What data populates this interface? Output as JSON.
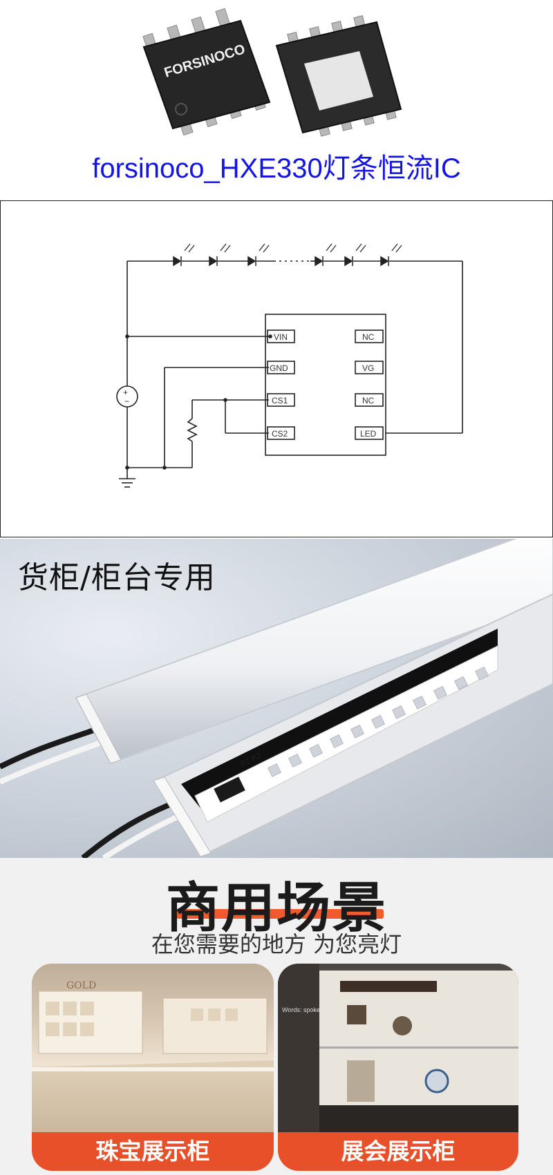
{
  "product": {
    "chip_brand_marking": "FORSINOCO",
    "title": "forsinoco_HXE330灯条恒流IC"
  },
  "schematic": {
    "pins_left": [
      "VIN",
      "GND",
      "CS1",
      "CS2"
    ],
    "pins_right": [
      "NC",
      "VG",
      "NC",
      "LED"
    ]
  },
  "bar_photo": {
    "caption": "货柜/柜台专用",
    "pcb_markings": [
      "R1",
      "R2"
    ]
  },
  "scenes": {
    "title": "商用场景",
    "subtitle": "在您需要的地方 为您亮灯",
    "cards": [
      {
        "label": "珠宝展示柜",
        "photo_text": "GOLD"
      },
      {
        "label": "展会展示柜",
        "photo_text": "Words: spoken and written"
      }
    ]
  },
  "colors": {
    "title_blue": "#1414e6",
    "accent_orange": "#e8502a"
  }
}
